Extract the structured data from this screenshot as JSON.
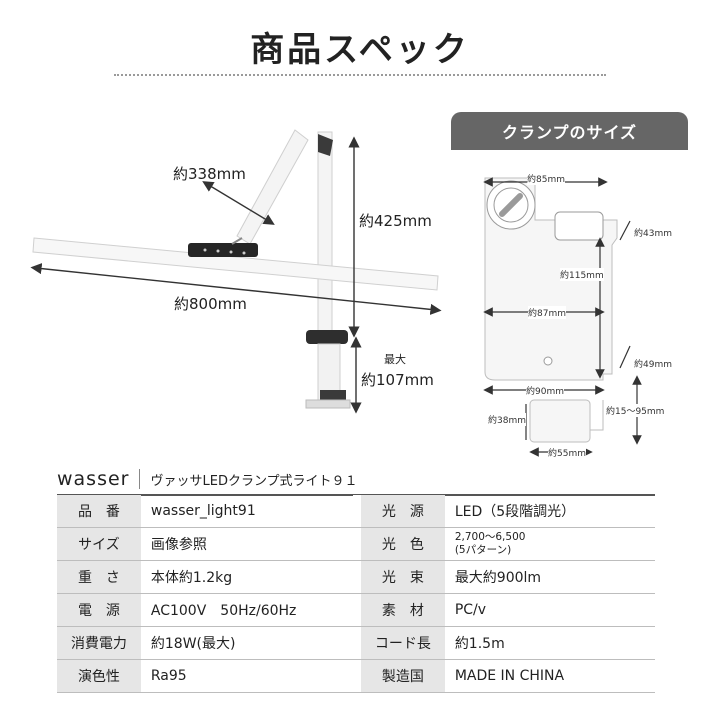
{
  "title": "商品スペック",
  "dims": {
    "arm": "約338mm",
    "height": "約425mm",
    "width": "約800mm",
    "clamp_max_prefix": "最大",
    "clamp_max": "約107mm"
  },
  "clamp_badge": "クランプのサイズ",
  "clamp_dims": {
    "top_width": "約85mm",
    "right_top": "約43mm",
    "height": "約115mm",
    "inner_width": "約87mm",
    "right_bottom": "約49mm",
    "bottom_width": "約90mm",
    "range": "約15～95mm",
    "screw_height": "約38mm",
    "screw_width": "約55mm"
  },
  "brand": "wasser",
  "product_name": "ヴァッサLEDクランプ式ライト９１",
  "specs": [
    {
      "k1": "品　番",
      "v1": "wasser_light91",
      "k2": "光　源",
      "v2": "LED（5段階調光）"
    },
    {
      "k1": "サイズ",
      "v1": "画像参照",
      "k2": "光　色",
      "v2a": "2,700～6,500",
      "v2b": "(5パターン)"
    },
    {
      "k1": "重　さ",
      "v1": "本体約1.2kg",
      "k2": "光　束",
      "v2": "最大約900lm"
    },
    {
      "k1": "電　源",
      "v1": "AC100V　50Hz/60Hz",
      "k2": "素　材",
      "v2": "PC/v"
    },
    {
      "k1": "消費電力",
      "v1": "約18W(最大)",
      "k2": "コード長",
      "v2": "約1.5m"
    },
    {
      "k1": "演色性",
      "v1": "Ra95",
      "k2": "製造国",
      "v2": "MADE IN CHINA"
    }
  ]
}
